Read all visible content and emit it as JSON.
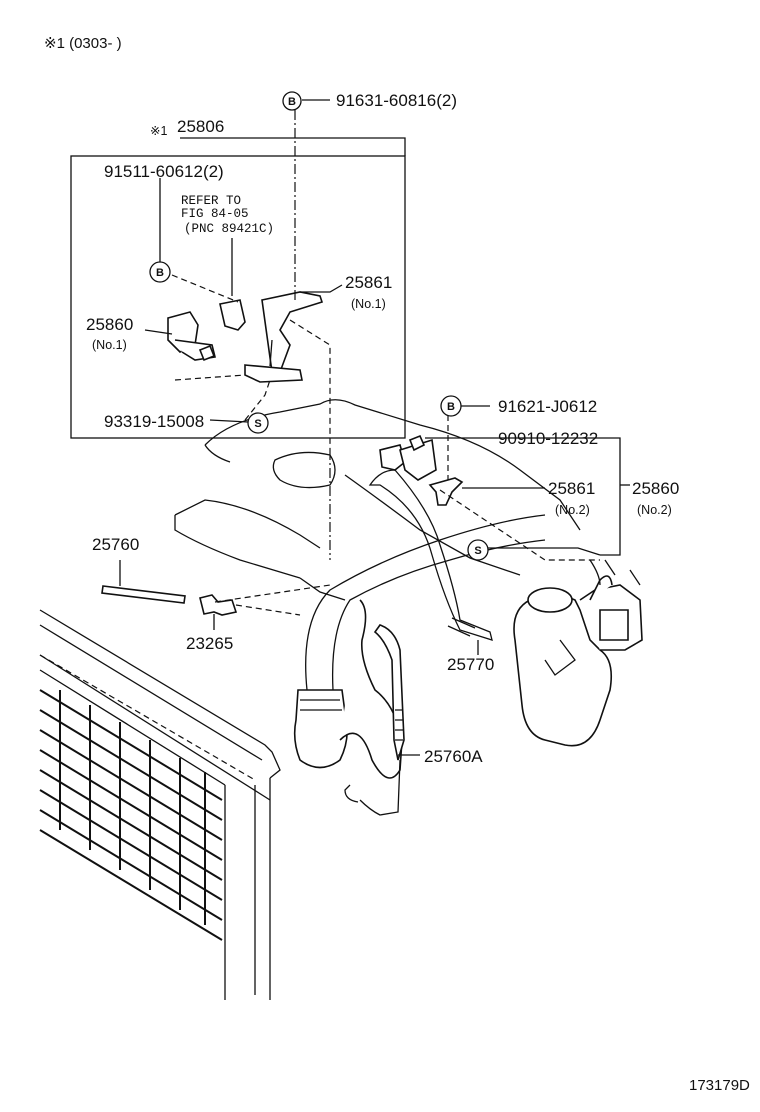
{
  "header": {
    "note": "※1 (0303-         )"
  },
  "callouts": {
    "bolt_b_top": "91631-60816(2)",
    "group_mark": "※1",
    "group_part": "25806",
    "bolt_b_inner": "91511-60612(2)",
    "refer_line1": "REFER TO",
    "refer_line2": "FIG 84-05",
    "refer_line3": "(PNC 89421C)",
    "bracket_no1": "25861",
    "bracket_no1_sub": "(No.1)",
    "vsv_no1": "25860",
    "vsv_no1_sub": "(No.1)",
    "screw_s_inner": "93319-15008",
    "bolt_b_right": "91621-J0612",
    "hose_clip": "90910-12232",
    "bracket_no2": "25861",
    "bracket_no2_sub": "(No.2)",
    "vsv_no2": "25860",
    "vsv_no2_sub": "(No.2)",
    "pipe": "25760",
    "sensor": "23265",
    "hose": "25770",
    "pipe_a": "25760A"
  },
  "markers": {
    "b": "B",
    "s": "S"
  },
  "footer": {
    "figure_id": "173179D"
  }
}
